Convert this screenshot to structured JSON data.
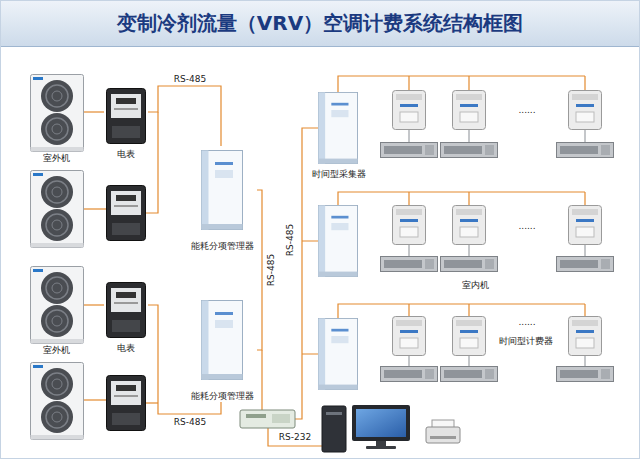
{
  "diagram": {
    "title": "变制冷剂流量（VRV）空调计费系统结构框图",
    "nodes": [
      {
        "text": [
          "室外机"
        ]
      },
      {
        "text": [
          "电表"
        ]
      },
      {
        "text": [
          "能耗分项管理器"
        ]
      },
      {
        "text": [
          "时间型采集器"
        ]
      },
      {
        "text": [
          "室外机"
        ]
      },
      {
        "text": [
          "电表"
        ]
      },
      {
        "text": [
          "室内机"
        ]
      },
      {
        "text": [
          "能耗分项管理器"
        ]
      },
      {
        "text": [
          "时间型计费器"
        ]
      }
    ],
    "edges": [
      {
        "from": 0,
        "to": 1,
        "arrow": "none"
      },
      {
        "from": 1,
        "to": 2,
        "label": "RS-485",
        "arrow": "none"
      },
      {
        "from": 4,
        "to": 5,
        "arrow": "none"
      },
      {
        "from": 5,
        "to": 7,
        "label": "RS-485",
        "arrow": "none"
      },
      {
        "from": 2,
        "to": 7,
        "label": "RS-485",
        "arrow": "none"
      }
    ],
    "labels": [
      "RS-485",
      "RS-232",
      "......",
      "......",
      "......"
    ]
  }
}
